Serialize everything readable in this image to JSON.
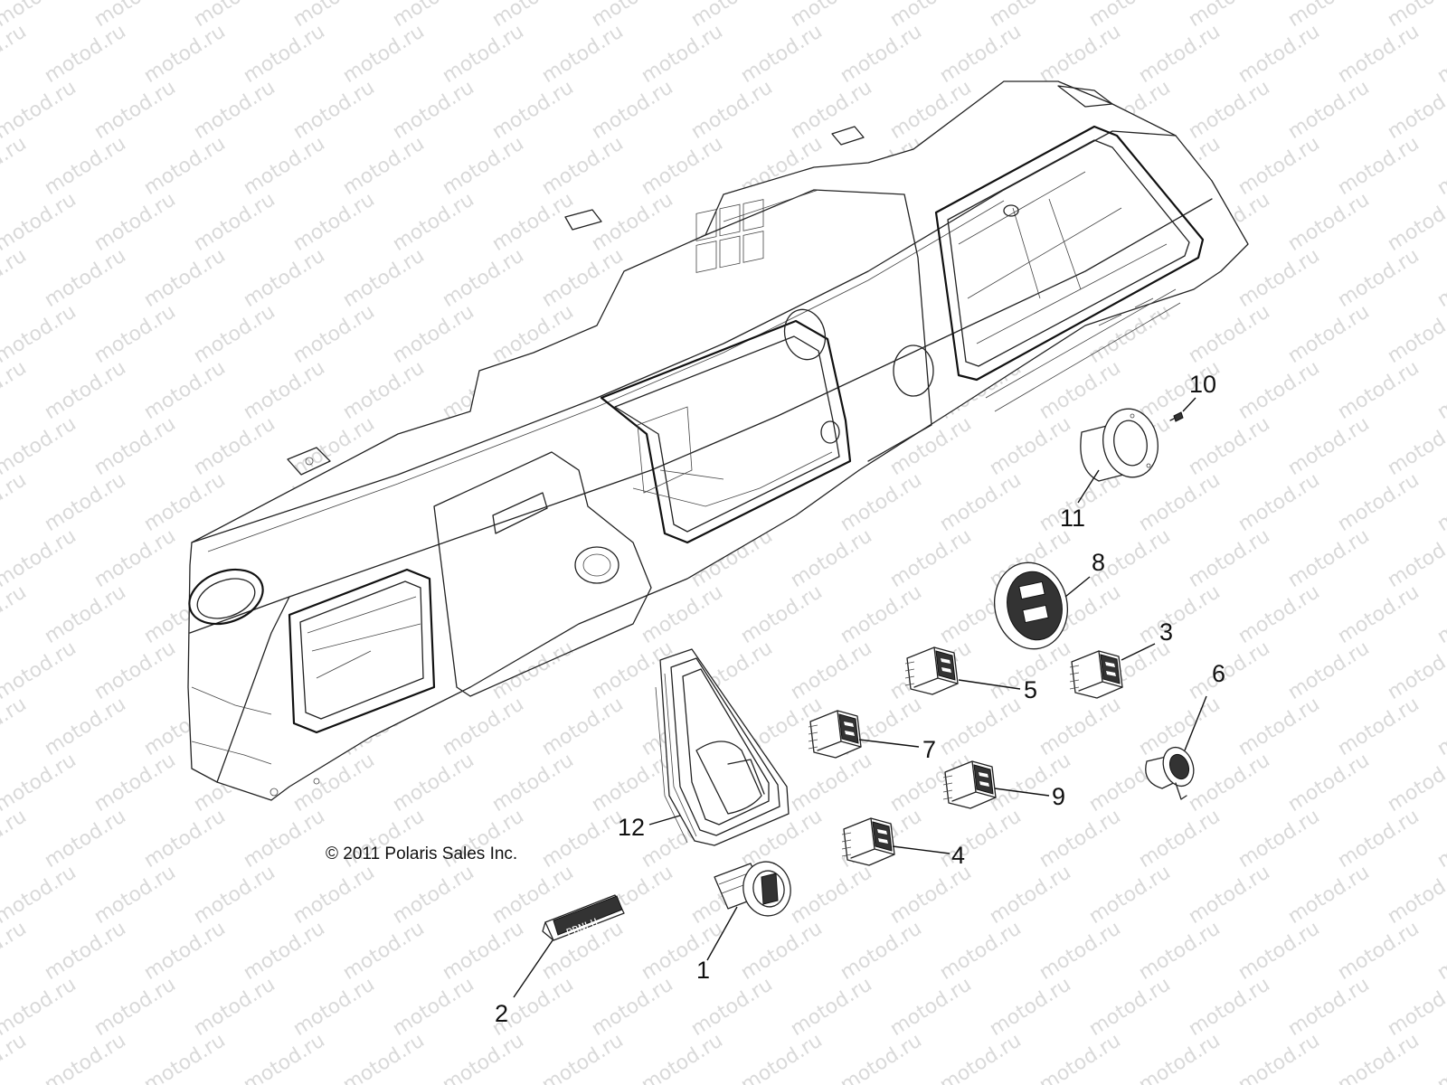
{
  "diagram": {
    "copyright": "© 2011 Polaris Sales Inc.",
    "watermark_text": "motod.ru",
    "shifter_plate_text": "PRNLH",
    "parts": [
      {
        "number": "1",
        "item": "key-switch"
      },
      {
        "number": "2",
        "item": "gear-indicator-plate"
      },
      {
        "number": "3",
        "item": "rocker-switch"
      },
      {
        "number": "4",
        "item": "rocker-switch"
      },
      {
        "number": "5",
        "item": "rocker-switch"
      },
      {
        "number": "6",
        "item": "power-outlet"
      },
      {
        "number": "7",
        "item": "rocker-switch"
      },
      {
        "number": "8",
        "item": "usb-charger"
      },
      {
        "number": "9",
        "item": "rocker-switch"
      },
      {
        "number": "10",
        "item": "screw"
      },
      {
        "number": "11",
        "item": "cup-holder"
      },
      {
        "number": "12",
        "item": "shifter-boot"
      }
    ]
  }
}
